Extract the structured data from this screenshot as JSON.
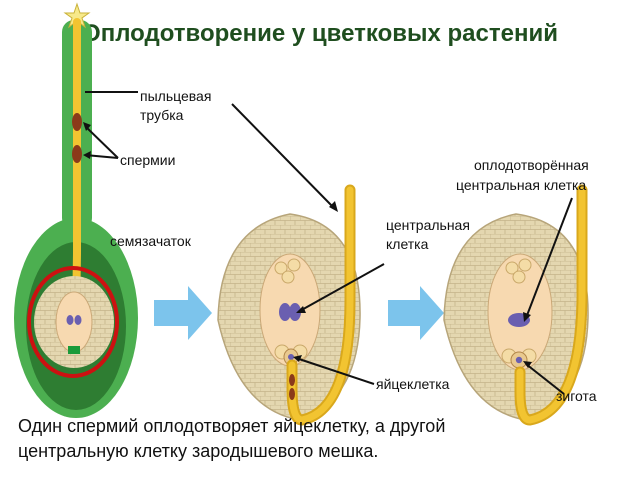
{
  "title": "Оплодотворение у цветковых растений",
  "labels": {
    "pollen_tube_line1": "пыльцевая",
    "pollen_tube_line2": "трубка",
    "sperms": "спермии",
    "ovule": "семязачаток",
    "central_cell_line1": "центральная",
    "central_cell_line2": "клетка",
    "fertilized_central_line1": "оплодотворённая",
    "fertilized_central_line2": "центральная клетка",
    "egg_cell": "яйцеклетка",
    "zygote": "зигота"
  },
  "caption": {
    "line1": "Один спермий оплодотворяет яйцеклетку, а другой",
    "line2": "центральную клетку зародышевого мешка."
  },
  "colors": {
    "title": "#1f4e1f",
    "pistil_green": "#4caf50",
    "pistil_dark": "#2e7d32",
    "pollen_tube": "#f2c431",
    "ovule_tan": "#e2d4ad",
    "embryo_sac": "#f7d9b0",
    "nucleus": "#6a5fb0",
    "sperm": "#8b3a1a",
    "highlight_ring": "#cc1111",
    "arrow_blue": "#7cc4ec"
  },
  "icons": [
    "stigma-star-icon",
    "right-arrow-icon"
  ]
}
